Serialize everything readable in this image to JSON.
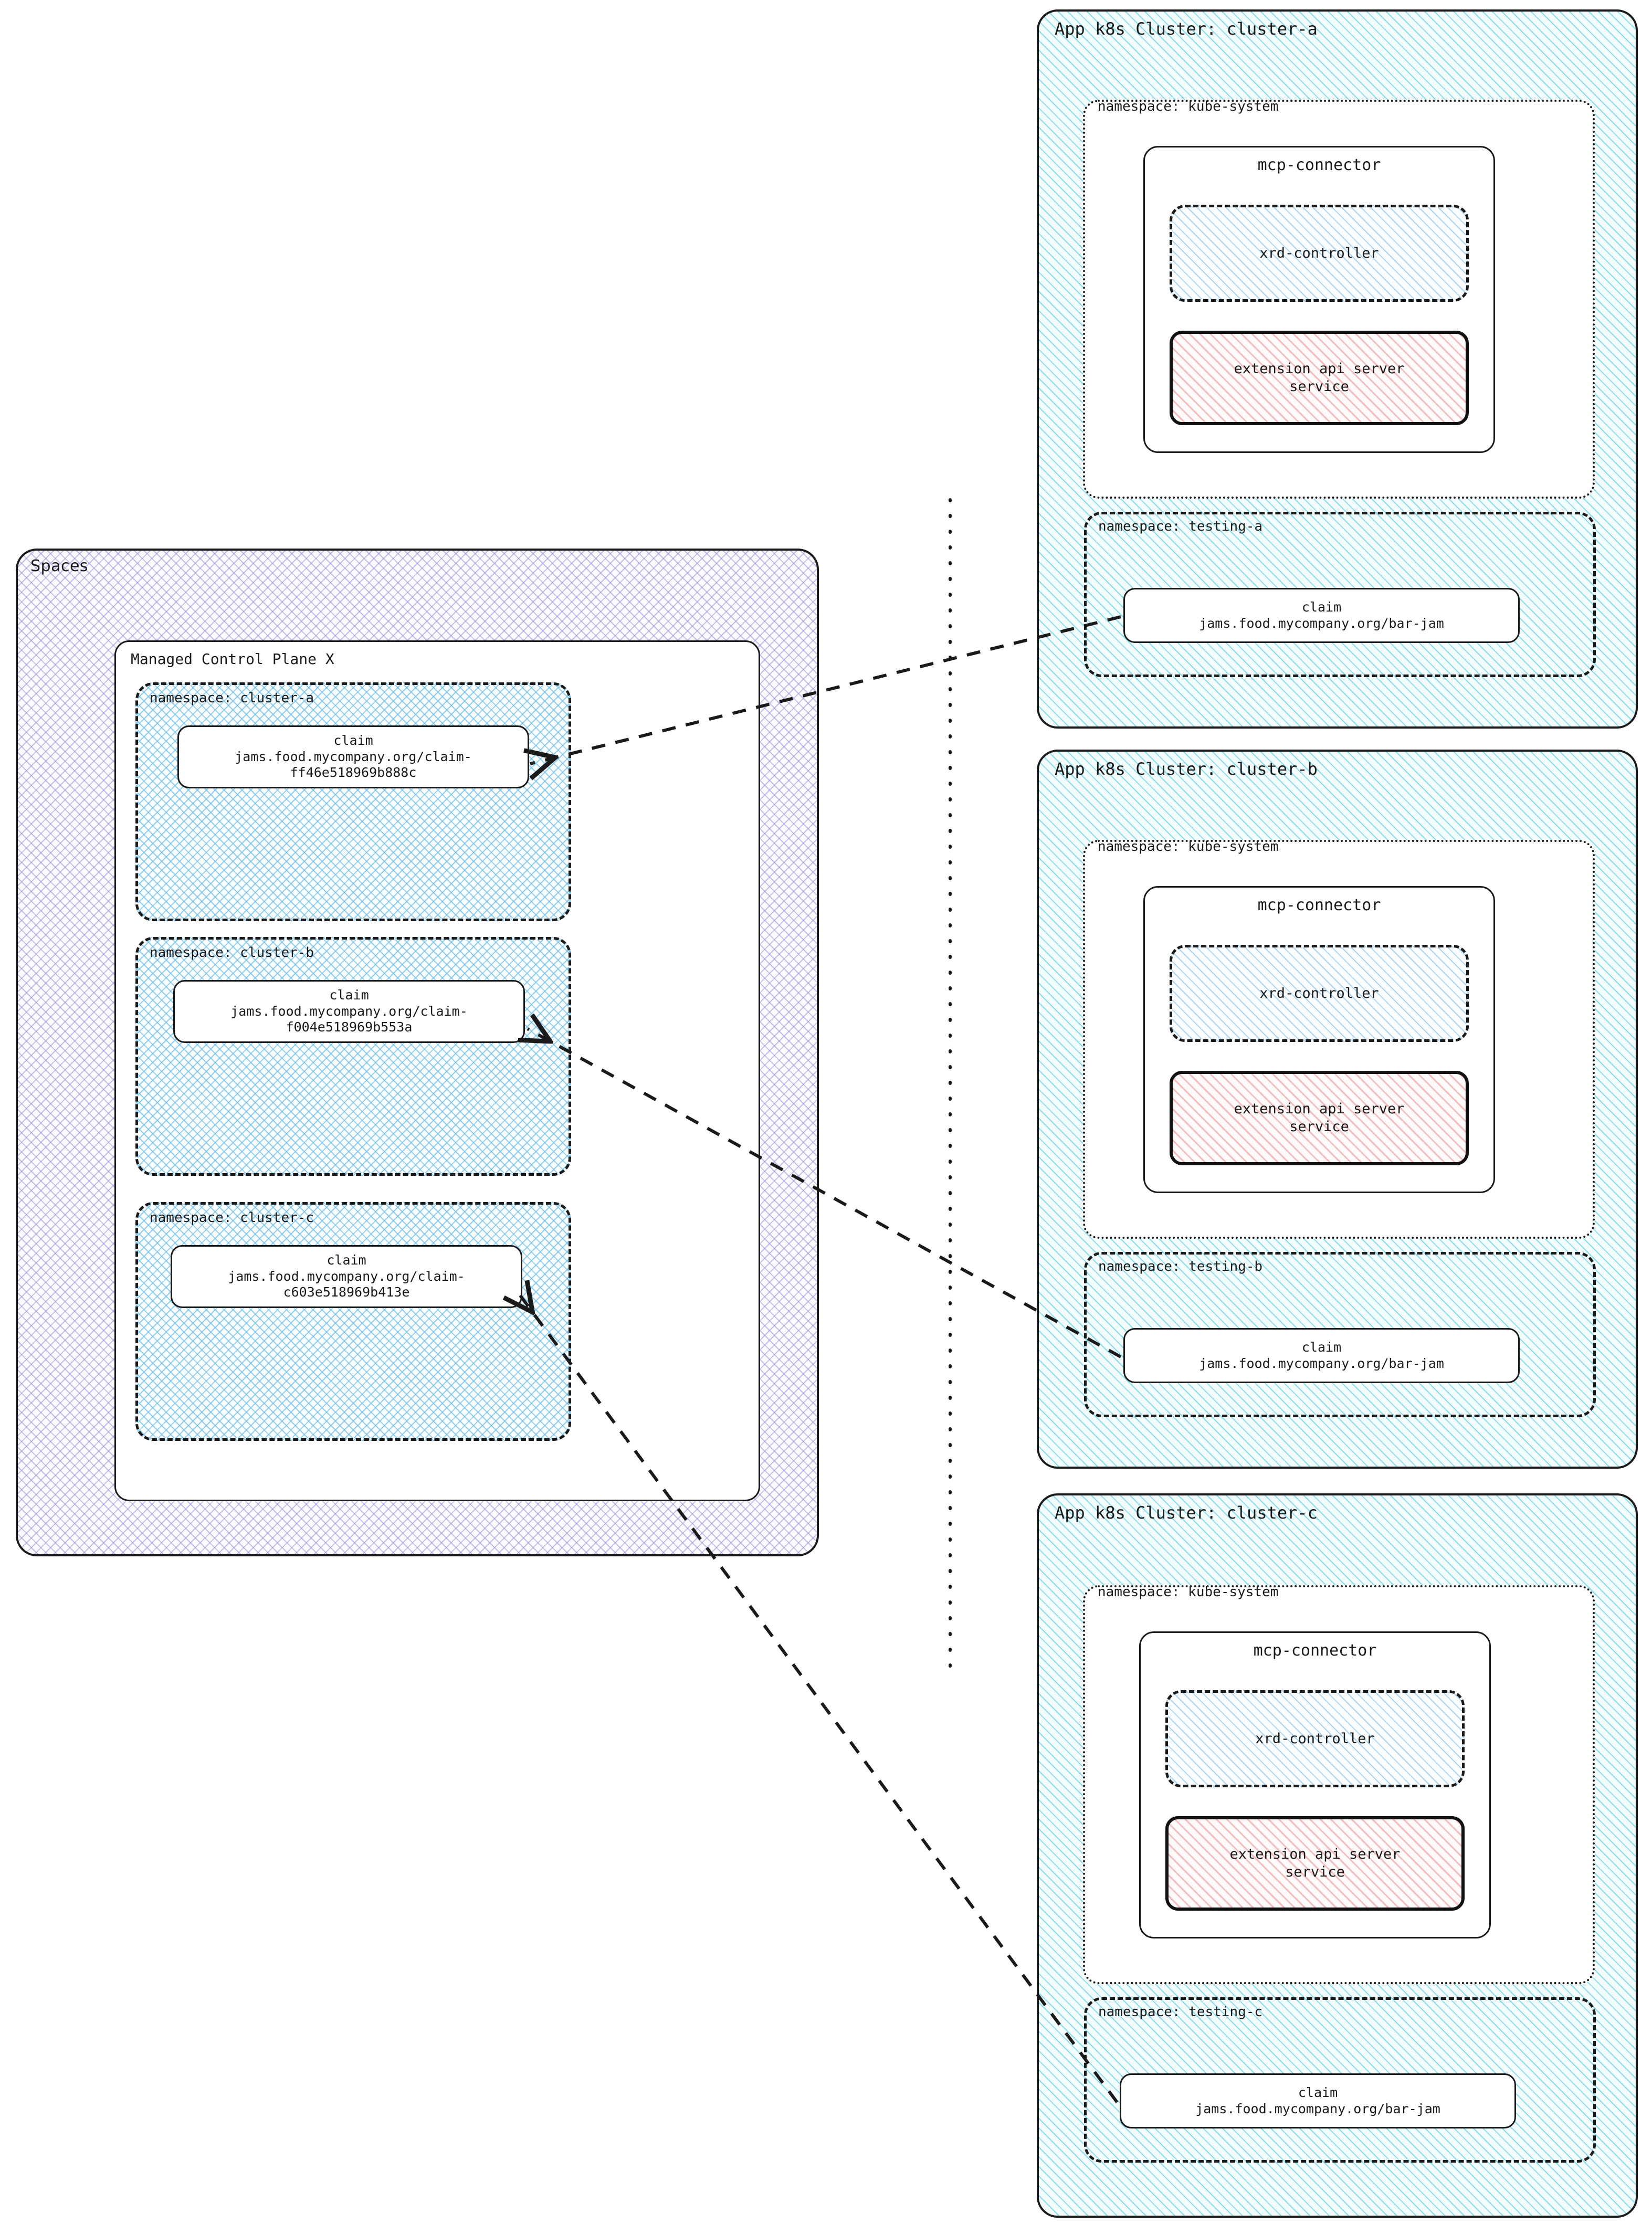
{
  "spaces": {
    "label": "Spaces",
    "managed_control_plane": {
      "label": "Managed Control Plane X",
      "namespaces": [
        {
          "label": "namespace: cluster-a",
          "claim": {
            "title": "claim",
            "ref": "jams.food.mycompany.org/claim-\nff46e518969b888c"
          }
        },
        {
          "label": "namespace: cluster-b",
          "claim": {
            "title": "claim",
            "ref": "jams.food.mycompany.org/claim-\nf004e518969b553a"
          }
        },
        {
          "label": "namespace: cluster-c",
          "claim": {
            "title": "claim",
            "ref": "jams.food.mycompany.org/claim-\nc603e518969b413e"
          }
        }
      ]
    }
  },
  "clusters": [
    {
      "label": "App k8s Cluster: cluster-a",
      "kube_system": {
        "label": "namespace: kube-system",
        "connector": {
          "label": "mcp-connector",
          "xrd_controller": {
            "label": "xrd-controller"
          },
          "extension_api_server": {
            "label": "extension api server\nservice"
          }
        }
      },
      "testing": {
        "label": "namespace: testing-a",
        "claim": {
          "title": "claim",
          "ref": "jams.food.mycompany.org/bar-jam"
        }
      }
    },
    {
      "label": "App k8s Cluster: cluster-b",
      "kube_system": {
        "label": "namespace: kube-system",
        "connector": {
          "label": "mcp-connector",
          "xrd_controller": {
            "label": "xrd-controller"
          },
          "extension_api_server": {
            "label": "extension api server\nservice"
          }
        }
      },
      "testing": {
        "label": "namespace: testing-b",
        "claim": {
          "title": "claim",
          "ref": "jams.food.mycompany.org/bar-jam"
        }
      }
    },
    {
      "label": "App k8s Cluster: cluster-c",
      "kube_system": {
        "label": "namespace: kube-system",
        "connector": {
          "label": "mcp-connector",
          "xrd_controller": {
            "label": "xrd-controller"
          },
          "extension_api_server": {
            "label": "extension api server\nservice"
          }
        }
      },
      "testing": {
        "label": "namespace: testing-c",
        "claim": {
          "title": "claim",
          "ref": "jams.food.mycompany.org/bar-jam"
        }
      }
    }
  ],
  "colors": {
    "stroke": "#1a1a1a",
    "spaces_hatch": "#968cd7",
    "mcp_namespace_hatch": "#6ebeeb",
    "cluster_hatch": "#78d7e6",
    "xrd_hatch": "#78b9e6",
    "extension_api_hatch": "#eb8c8c",
    "background": "#ffffff"
  }
}
